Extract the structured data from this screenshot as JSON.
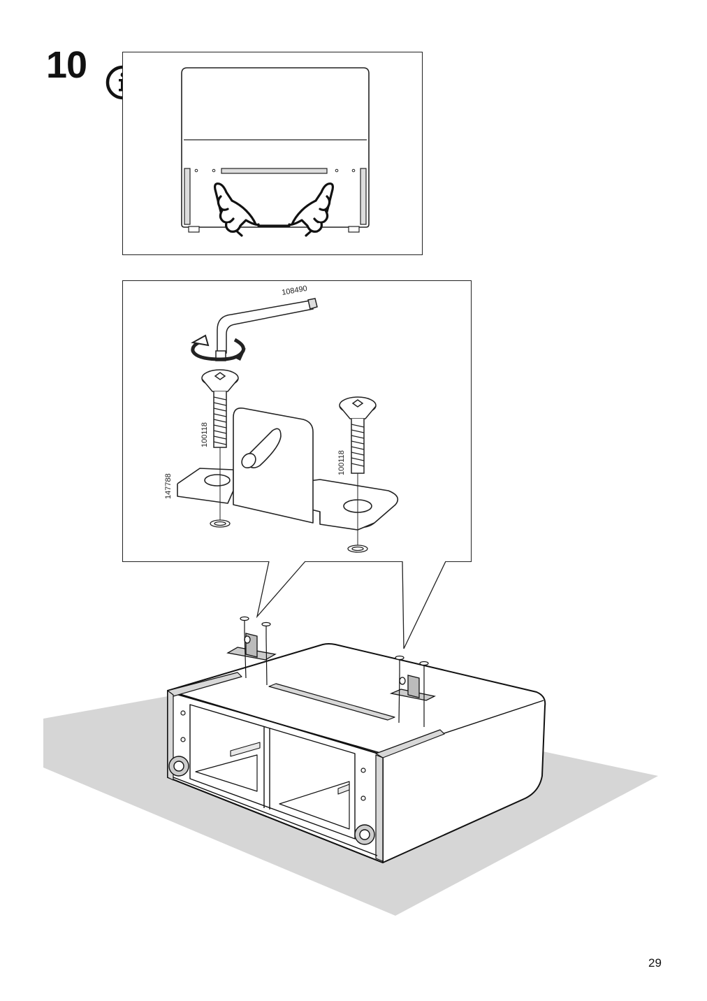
{
  "step": {
    "number": "10"
  },
  "info": {
    "icon": "info-icon"
  },
  "detail": {
    "tool_part": "108490",
    "screw_left": "100118",
    "screw_right": "100118",
    "bracket_part": "147788"
  },
  "page": {
    "number": "29"
  }
}
